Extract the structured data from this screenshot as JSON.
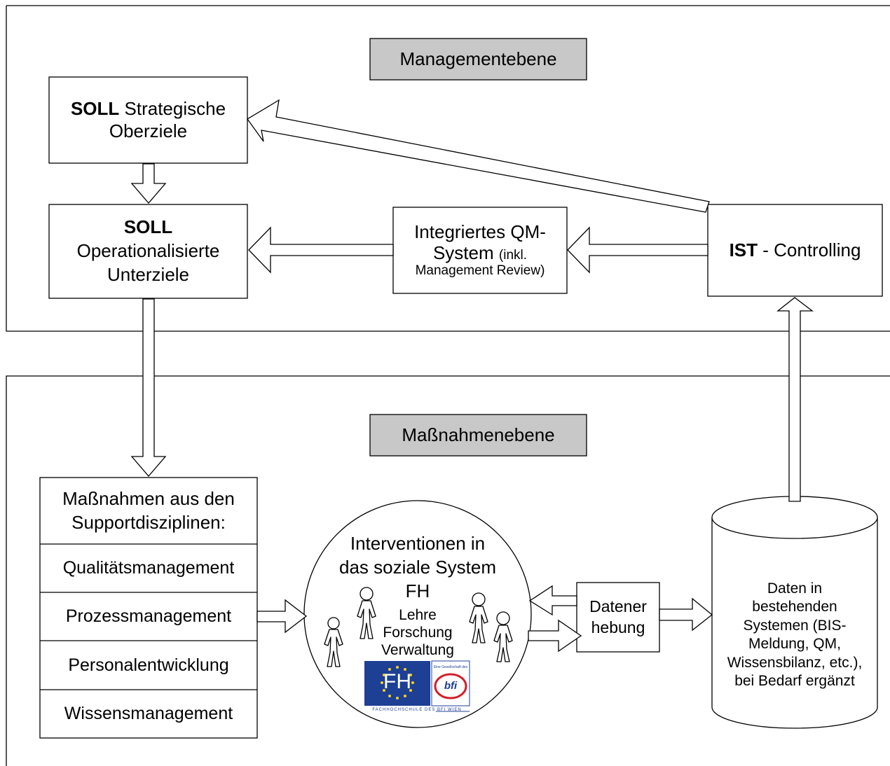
{
  "levels": {
    "management": "Managementebene",
    "measures": "Maßnahmenebene"
  },
  "soll_strategic": {
    "bold": "SOLL",
    "text1": " Strategische",
    "text2": "Oberziele"
  },
  "soll_operational": {
    "bold": "SOLL",
    "line2": "Operationalisierte",
    "line3": "Unterziele"
  },
  "qm_system": {
    "line1": "Integriertes QM-",
    "line2": "System",
    "note1": "(inkl.",
    "note2": "Management Review)"
  },
  "ist_controlling": {
    "bold": "IST",
    "text": " - Controlling"
  },
  "measures_box": {
    "header1": "Maßnahmen aus den",
    "header2": "Supportdisziplinen:",
    "items": [
      "Qualitätsmanagement",
      "Prozessmanagement",
      "Personalentwicklung",
      "Wissensmanagement"
    ]
  },
  "interventions": {
    "line1": "Interventionen in",
    "line2": "das soziale System",
    "line3": "FH",
    "sub1": "Lehre",
    "sub2": "Forschung",
    "sub3": "Verwaltung",
    "logo_fh": "FH",
    "logo_bfi": "bfi",
    "logo_bfi_top": "Eine Gesellschaft des",
    "logo_caption": "FACHHOCHSCHULE DES BFI WIEN"
  },
  "data_collection": {
    "line1": "Datener",
    "line2": "hebung"
  },
  "database": {
    "lines": [
      "Daten in",
      "bestehenden",
      "Systemen (BIS-",
      "Meldung, QM,",
      "Wissensbilanz, etc.),",
      "bei Bedarf ergänzt"
    ]
  },
  "colors": {
    "level_label_bg": "#c8c8c8",
    "logo_blue": "#1d3f94",
    "logo_red": "#d3202a",
    "star_yellow": "#f4d21f"
  }
}
